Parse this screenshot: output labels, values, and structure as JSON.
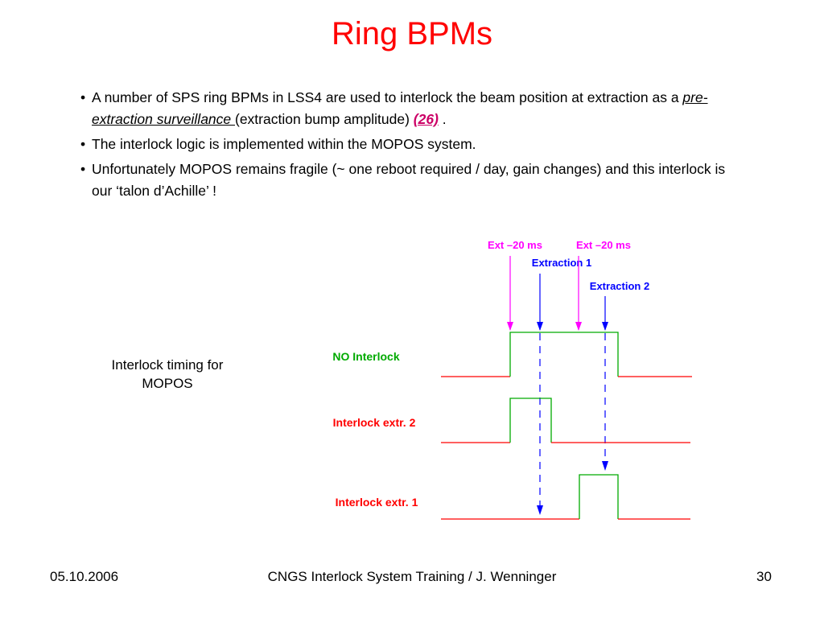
{
  "title": "Ring BPMs",
  "bullets": {
    "b1": {
      "text_before": "A number of SPS ring BPMs in LSS4 are used to interlock the beam position at extraction as a ",
      "link": "pre-extraction surveillance ",
      "text_middle": "(extraction bump amplitude) ",
      "ref": "(26)",
      "text_after": " ."
    },
    "b2": "The interlock logic is implemented within the MOPOS system.",
    "b3": "Unfortunately MOPOS remains fragile (~ one reboot required / day, gain changes) and this interlock is our ‘talon d’Achille’ !"
  },
  "caption": "Interlock timing for MOPOS",
  "diagram": {
    "labels": {
      "ext20_1": "Ext –20 ms",
      "ext20_2": "Ext –20 ms",
      "extraction1": "Extraction 1",
      "extraction2": "Extraction 2",
      "no_interlock": "NO Interlock",
      "interlock_extr2": "Interlock extr. 2",
      "interlock_extr1": "Interlock extr. 1"
    },
    "colors": {
      "pink": "#ff00ff",
      "blue": "#0000ff",
      "green": "#00aa00",
      "red": "#ff0000"
    }
  },
  "footer": {
    "date": "05.10.2006",
    "center": "CNGS Interlock System Training / J. Wenninger",
    "page": "30"
  }
}
